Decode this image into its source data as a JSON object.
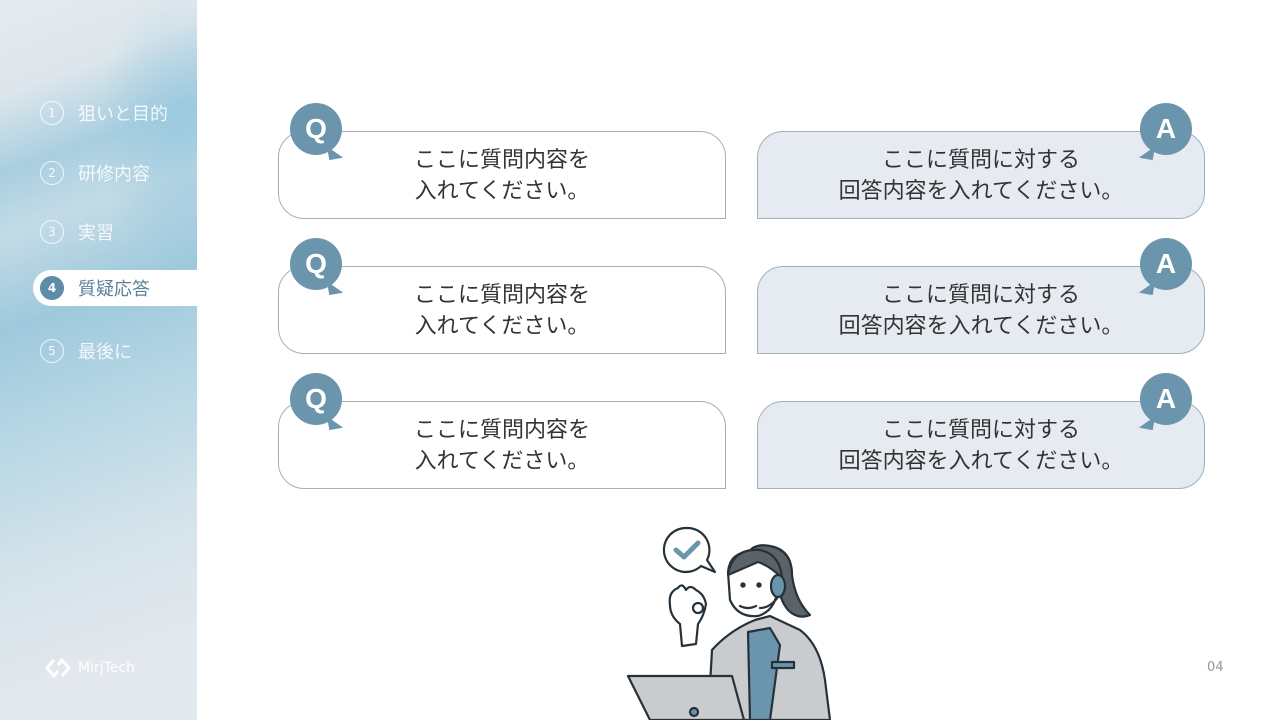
{
  "sidebar": {
    "items": [
      {
        "num": "1",
        "label": "狙いと目的",
        "active": false
      },
      {
        "num": "2",
        "label": "研修内容",
        "active": false
      },
      {
        "num": "3",
        "label": "実習",
        "active": false
      },
      {
        "num": "4",
        "label": "質疑応答",
        "active": true
      },
      {
        "num": "5",
        "label": "最後に",
        "active": false
      }
    ],
    "logo": {
      "icon": "mirjtech-logo-icon",
      "text": "MirjTech"
    }
  },
  "qa_pairs": [
    {
      "q_badge": "Q",
      "question": "ここに質問内容を\n入れてください。",
      "a_badge": "A",
      "answer": "ここに質問に対する\n回答内容を入れてください。"
    },
    {
      "q_badge": "Q",
      "question": "ここに質問内容を\n入れてください。",
      "a_badge": "A",
      "answer": "ここに質問に対する\n回答内容を入れてください。"
    },
    {
      "q_badge": "Q",
      "question": "ここに質問内容を\n入れてください。",
      "a_badge": "A",
      "answer": "ここに質問に対する\n回答内容を入れてください。"
    }
  ],
  "illustration": {
    "icon": "support-operator-illustration",
    "speech_icon": "checkmark-speech-bubble-icon"
  },
  "page_number": "04",
  "colors": {
    "accent": "#6b95ac",
    "active_nav_num": "#5d8ca6",
    "answer_bg": "#e5ebf0",
    "border": "#9fb2bc"
  }
}
